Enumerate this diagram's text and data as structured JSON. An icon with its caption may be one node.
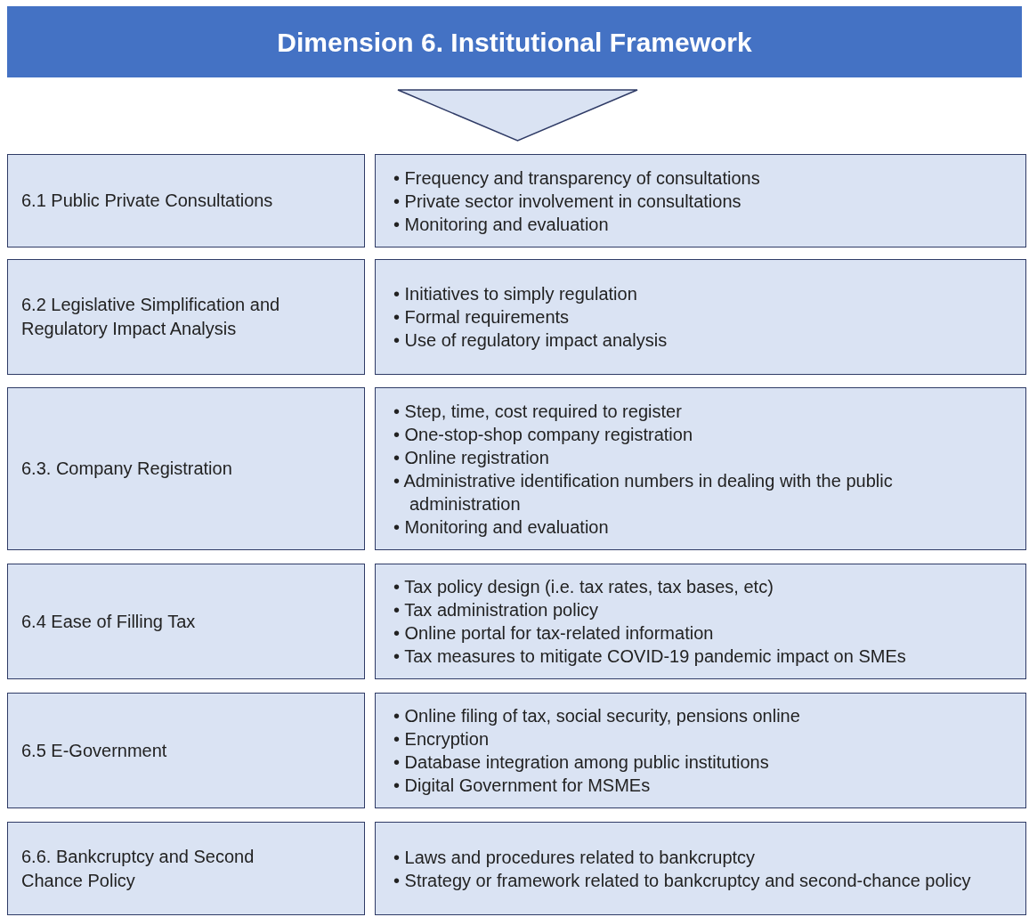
{
  "diagram": {
    "nodes": [
      {
        "text": [
          "Dimension 6. Institutional Framework"
        ]
      },
      {
        "text": [],
        "shape": "triangle"
      },
      {
        "text": [
          "6.1 Public Private Consultations"
        ]
      },
      {
        "text": [
          "• Frequency and transparency of consultations",
          "• Private sector involvement in consultations",
          "• Monitoring and evaluation"
        ]
      },
      {
        "text": [
          "6.2 Legislative Simplification and Regulatory Impact Analysis"
        ]
      },
      {
        "text": [
          "• Initiatives to simply regulation",
          "• Formal requirements",
          "• Use of regulatory impact analysis"
        ]
      },
      {
        "text": [
          "6.3. Company Registration"
        ]
      },
      {
        "text": [
          "• Step, time, cost required to register",
          "• One-stop-shop company registration",
          "• Online registration",
          "• Administrative identification numbers in dealing with the public administration",
          "• Monitoring and evaluation"
        ]
      },
      {
        "text": [
          "6.4 Ease of Filling Tax"
        ]
      },
      {
        "text": [
          "• Tax policy design (i.e. tax rates, tax bases, etc)",
          "• Tax administration policy",
          "• Online portal for tax-related information",
          "• Tax measures to mitigate COVID-19 pandemic impact on SMEs"
        ]
      },
      {
        "text": [
          "6.5 E-Government"
        ]
      },
      {
        "text": [
          "• Online filing of tax, social security, pensions online",
          "• Encryption",
          "• Database integration among public institutions",
          "• Digital Government for MSMEs"
        ]
      },
      {
        "text": [
          "6.6. Bankcruptcy and Second Chance Policy"
        ]
      },
      {
        "text": [
          "• Laws and procedures related to bankcruptcy",
          "• Strategy or framework related to bankcruptcy and second-chance policy"
        ]
      }
    ]
  }
}
